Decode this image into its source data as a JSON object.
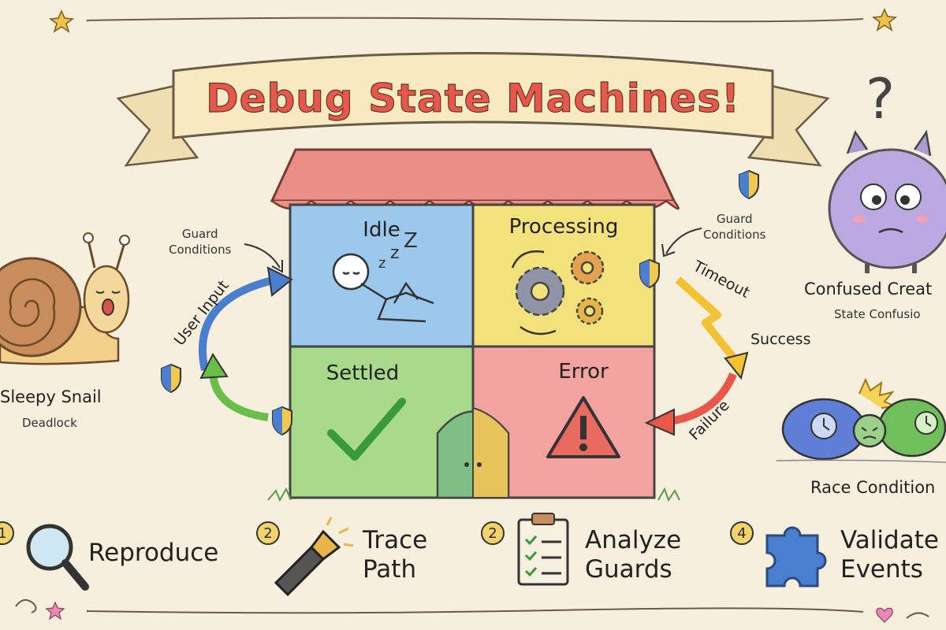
{
  "title": "Debug State Machines!",
  "colors": {
    "background": "#f6efdd",
    "idle": "#9cc8ec",
    "processing": "#f3e27c",
    "settled": "#a9d98a",
    "error": "#f2a3a0",
    "roof": "#e98f85",
    "banner": "#f4e6b8"
  },
  "states": {
    "idle": "Idle",
    "processing": "Processing",
    "settled": "Settled",
    "error": "Error"
  },
  "state_icons": {
    "idle": "sleeping-figure-icon",
    "processing": "gears-icon",
    "settled": "checkmark-icon",
    "error": "warning-icon"
  },
  "transitions": {
    "user_input": "User Input",
    "timeout": "Timeout",
    "success": "Success",
    "failure": "Failure"
  },
  "guard_notes": {
    "left": [
      "Guard",
      "Conditions"
    ],
    "right": [
      "Guard",
      "Conditions"
    ]
  },
  "characters": {
    "snail": {
      "name": "Sleepy Snail",
      "issue": "Deadlock"
    },
    "creature": {
      "name": "Confused Creat",
      "issue": "State Confusio"
    },
    "turtles": {
      "issue": "Race Condition"
    }
  },
  "steps": [
    {
      "number": "1",
      "label_lines": [
        "Reproduce"
      ],
      "icon": "magnifier-icon"
    },
    {
      "number": "2",
      "label_lines": [
        "Trace",
        "Path"
      ],
      "icon": "flashlight-icon"
    },
    {
      "number": "2",
      "label_lines": [
        "Analyze",
        "Guards"
      ],
      "icon": "clipboard-icon"
    },
    {
      "number": "4",
      "label_lines": [
        "Validate",
        "Events"
      ],
      "icon": "puzzle-icon"
    }
  ]
}
